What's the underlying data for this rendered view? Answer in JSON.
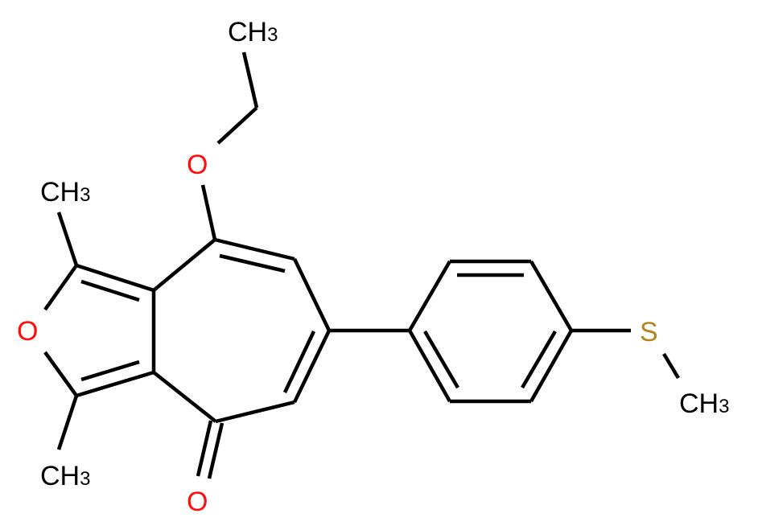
{
  "diagram": {
    "type": "chemical-structure",
    "name": "8-ethoxy-1,3-dimethyl-6-(4-methylsulfanylphenyl)cyclohepta[c]furan-4-one",
    "colors": {
      "bond": "#000000",
      "carbon_label": "#000000",
      "oxygen": "#ff0d0d",
      "sulfur": "#b2861a",
      "background": "#ffffff"
    },
    "labels": {
      "ethyl_ch3": {
        "main": "CH",
        "sub": "3"
      },
      "ether_o": "O",
      "methyl_top": {
        "main": "CH",
        "sub": "3"
      },
      "furan_o": "O",
      "methyl_bottom": {
        "main": "CH",
        "sub": "3"
      },
      "carbonyl_o": "O",
      "sulfur": "S",
      "thio_methyl": {
        "main": "CH",
        "sub": "3"
      }
    }
  }
}
